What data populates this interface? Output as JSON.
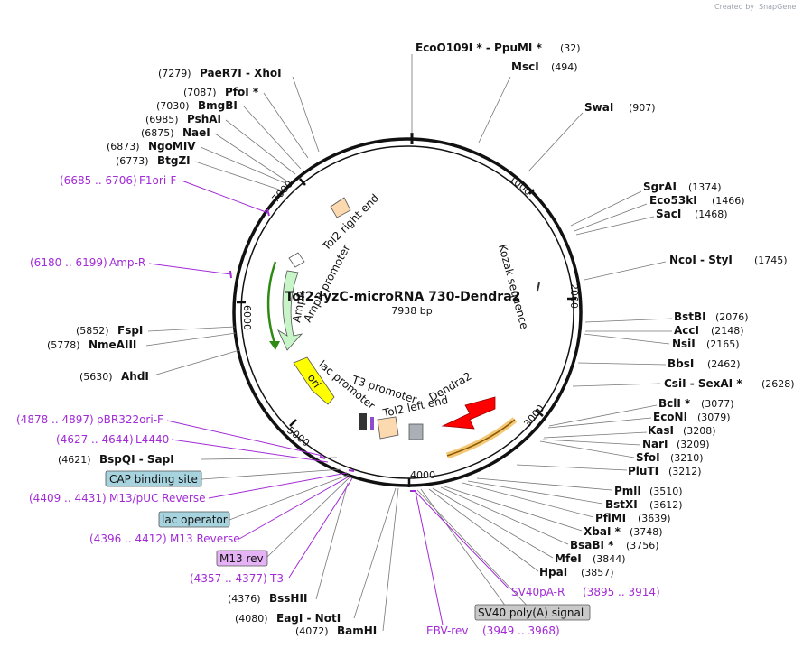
{
  "diagram": {
    "title": "Tol2-lyzC-microRNA 730-Dendra2",
    "length_label": "7938 bp",
    "credit": {
      "prefix": "Created by",
      "brand": "SnapGene"
    },
    "scale_ticks": [
      "1000",
      "2000",
      "3000",
      "4000",
      "5000",
      "6000",
      "7000"
    ],
    "sites_right": [
      {
        "text": "EcoO109I *  -  PpuMI *",
        "pos": "(32)"
      },
      {
        "text": "MscI",
        "pos": "(494)"
      },
      {
        "text": "SwaI",
        "pos": "(907)"
      },
      {
        "text": "SgrAI",
        "pos": "(1374)"
      },
      {
        "text": "Eco53kI",
        "pos": "(1466)"
      },
      {
        "text": "SacI",
        "pos": "(1468)"
      },
      {
        "text": "NcoI  -  StyI",
        "pos": "(1745)"
      },
      {
        "text": "BstBI",
        "pos": "(2076)"
      },
      {
        "text": "AccI",
        "pos": "(2148)"
      },
      {
        "text": "NsiI",
        "pos": "(2165)"
      },
      {
        "text": "BbsI",
        "pos": "(2462)"
      },
      {
        "text": "CsiI  -  SexAI *",
        "pos": "(2628)"
      },
      {
        "text": "BclI *",
        "pos": "(3077)"
      },
      {
        "text": "EcoNI",
        "pos": "(3079)"
      },
      {
        "text": "KasI",
        "pos": "(3208)"
      },
      {
        "text": "NarI",
        "pos": "(3209)"
      },
      {
        "text": "SfoI",
        "pos": "(3210)"
      },
      {
        "text": "PluTI",
        "pos": "(3212)"
      },
      {
        "text": "PmlI",
        "pos": "(3510)"
      },
      {
        "text": "BstXI",
        "pos": "(3612)"
      },
      {
        "text": "PflMI",
        "pos": "(3639)"
      },
      {
        "text": "XbaI *",
        "pos": "(3748)"
      },
      {
        "text": "BsaBI *",
        "pos": "(3756)"
      },
      {
        "text": "MfeI",
        "pos": "(3844)"
      },
      {
        "text": "HpaI",
        "pos": "(3857)"
      }
    ],
    "sites_left": [
      {
        "text": "PaeR7I  -  XhoI",
        "pos": "(7279)"
      },
      {
        "text": "PfoI *",
        "pos": "(7087)"
      },
      {
        "text": "BmgBI",
        "pos": "(7030)"
      },
      {
        "text": "PshAI",
        "pos": "(6985)"
      },
      {
        "text": "NaeI",
        "pos": "(6875)"
      },
      {
        "text": "NgoMIV",
        "pos": "(6873)"
      },
      {
        "text": "BtgZI",
        "pos": "(6773)"
      },
      {
        "text": "FspI",
        "pos": "(5852)"
      },
      {
        "text": "NmeAIII",
        "pos": "(5778)"
      },
      {
        "text": "AhdI",
        "pos": "(5630)"
      },
      {
        "text": "BspQI  -  SapI",
        "pos": "(4621)"
      },
      {
        "text": "BssHII",
        "pos": "(4376)"
      },
      {
        "text": "EagI  -  NotI",
        "pos": "(4080)"
      },
      {
        "text": "BamHI",
        "pos": "(4072)"
      }
    ],
    "primers": [
      {
        "range": "(6685 .. 6706)",
        "name": "F1ori-F"
      },
      {
        "range": "(6180 .. 6199)",
        "name": "Amp-R"
      },
      {
        "range": "(4878 .. 4897)",
        "name": "pBR322ori-F"
      },
      {
        "range": "(4627 .. 4644)",
        "name": "L4440"
      },
      {
        "range": "(4409 .. 4431)",
        "name": "M13/pUC Reverse"
      },
      {
        "range": "(4396 .. 4412)",
        "name": "M13 Reverse"
      },
      {
        "range": "(4357 .. 4377)",
        "name": "T3"
      },
      {
        "range": "(3895 .. 3914)",
        "name": "SV40pA-R"
      },
      {
        "range": "(3949 .. 3968)",
        "name": "EBV-rev"
      }
    ],
    "boxed_features": [
      "CAP binding site",
      "lac operator",
      "M13 rev",
      "SV40 poly(A) signal"
    ],
    "features": {
      "tol2_right": "Tol2 right end",
      "kozak": "Kozak sequence",
      "ampr_promoter": "AmpR promoter",
      "ampr": "AmpR",
      "ori": "ori",
      "lac_promoter": "lac promoter",
      "t3_promoter": "T3 promoter",
      "tol2_left": "Tol2 left end",
      "dendra2": "Dendra2"
    },
    "colors": {
      "primer": "#a22bd6",
      "ampr": "#c8f5c8",
      "ori": "#ffff00",
      "dendra2": "#ff0000",
      "tol2": "#fdd9b0",
      "cap_box": "#a7d3df",
      "m13_box": "#e5b3f5",
      "sv40_box": "#c9c9c9"
    }
  }
}
